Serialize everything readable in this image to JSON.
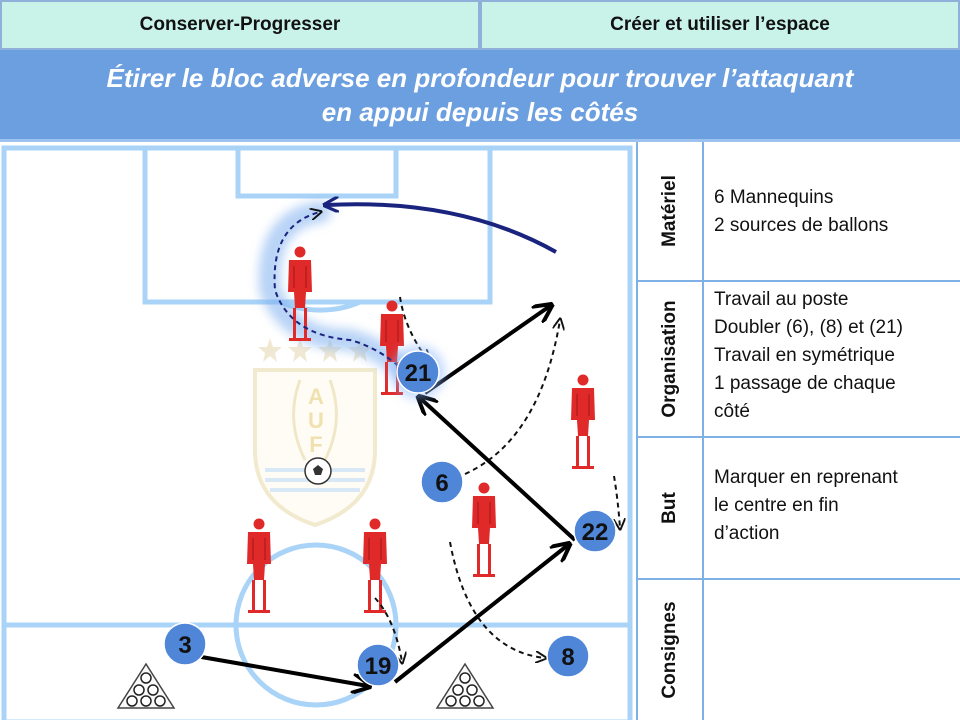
{
  "header": {
    "tab_left": "Conserver-Progresser",
    "tab_right": "Créer et utiliser l’espace"
  },
  "title": {
    "line1": "Étirer le bloc adverse en profondeur pour trouver l’attaquant",
    "line2": "en appui depuis les côtés"
  },
  "crest": {
    "letters": [
      "A",
      "U",
      "F"
    ],
    "stars": 4
  },
  "players": [
    {
      "number": "21"
    },
    {
      "number": "6"
    },
    {
      "number": "22"
    },
    {
      "number": "3"
    },
    {
      "number": "19"
    },
    {
      "number": "8"
    }
  ],
  "mannequins_count": 6,
  "ball_sources_count": 2,
  "panel": {
    "materiel": {
      "label": "Matériel",
      "lines": [
        "6 Mannequins",
        "2 sources de ballons"
      ]
    },
    "organisation": {
      "label": "Organisation",
      "lines": [
        "Travail au poste",
        "Doubler (6), (8) et (21)",
        "Travail en symétrique",
        "1 passage de chaque",
        "côté"
      ]
    },
    "but": {
      "label": "But",
      "lines": [
        "Marquer en reprenant",
        "le centre en fin",
        "d’action"
      ]
    },
    "consignes": {
      "label": "Consignes",
      "lines": []
    }
  },
  "colors": {
    "tab_bg": "#c9f3e9",
    "title_bg": "#6c9fe0",
    "pitch_lines": "#a9d3f7",
    "player": "#4f86d8",
    "mannequin": "#e02a2a",
    "cross_run": "#1a237e"
  }
}
